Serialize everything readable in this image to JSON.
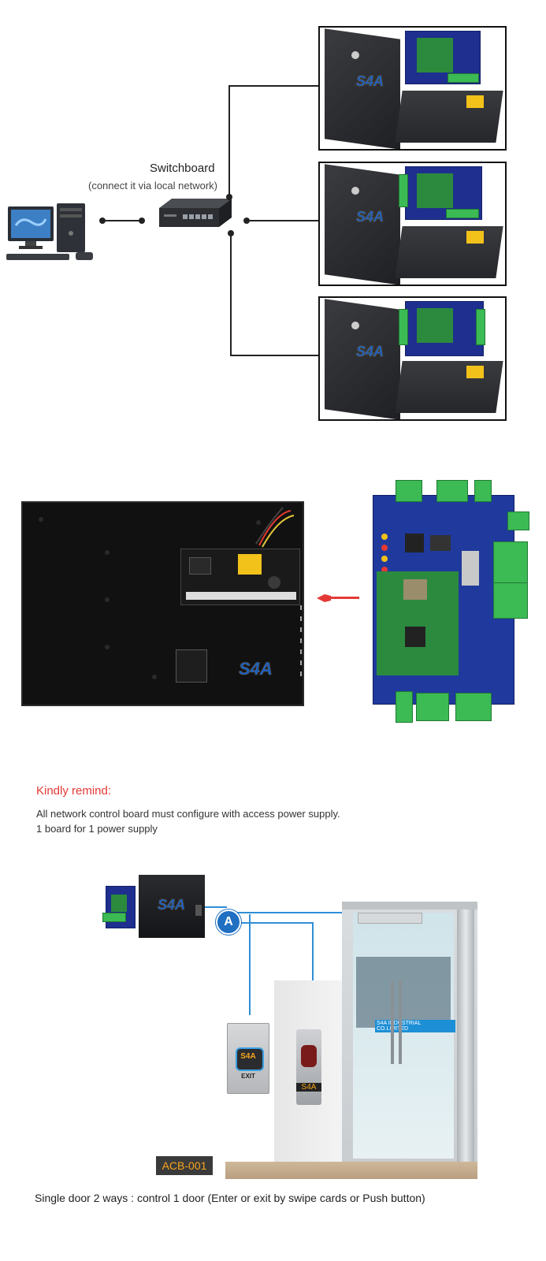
{
  "network_diagram": {
    "switch_title": "Switchboard",
    "switch_subtitle": "(connect it via local network)"
  },
  "product_logo_text": "S4A",
  "remind": {
    "title": "Kindly remind:",
    "line1": "All network control board must configure with access power supply.",
    "line2": "1 board for 1 power supply"
  },
  "door_diagram": {
    "badge_letter": "A",
    "exit_button_brand": "S4A",
    "exit_button_label": "EXIT",
    "reader_brand": "S4A",
    "glass_sign": "S4A INDUSTRIAL CO.LIMITED",
    "model_tag": "ACB-001"
  },
  "caption": "Single door 2 ways : control 1 door (Enter or exit by swipe cards or Push button)",
  "colors": {
    "remind_red": "#e53935",
    "wire_blue": "#2f8fd6",
    "pcb_blue": "#1e2f8f",
    "pcb_green": "#2b8a3e",
    "logo_orange": "#f7a41b"
  }
}
